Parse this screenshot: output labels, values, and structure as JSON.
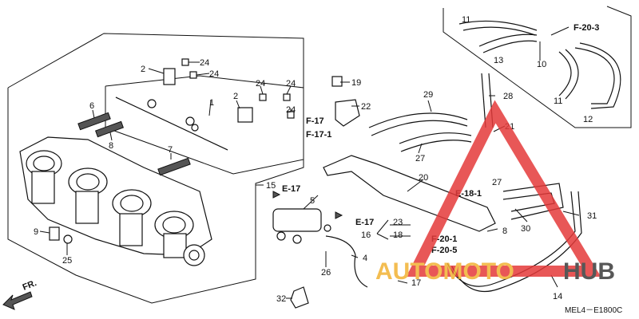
{
  "diagram": {
    "code": "MEL4－E1800C",
    "direction_label": "FR.",
    "watermark": {
      "part1": "AUTOMOTO",
      "part2": "HUB",
      "color_red": "#e43a3a",
      "color_orange": "#f2b233",
      "color_dark": "#3a3a3a"
    },
    "labels": {
      "p1": "1",
      "p2a": "2",
      "p2b": "2",
      "p4": "4",
      "p5": "5",
      "p6": "6",
      "p7": "7",
      "p8a": "8",
      "p8b": "8",
      "p9": "9",
      "p10": "10",
      "p11a": "11",
      "p11b": "11",
      "p12": "12",
      "p13": "13",
      "p14": "14",
      "p15": "15",
      "p16": "16",
      "p17": "17",
      "p18": "18",
      "p19": "19",
      "p20": "20",
      "p21": "21",
      "p22": "22",
      "p23": "23",
      "p24a": "24",
      "p24b": "24",
      "p24c": "24",
      "p24d": "24",
      "p24e": "24",
      "p25": "25",
      "p26": "26",
      "p27a": "27",
      "p27b": "27",
      "p28": "28",
      "p29": "29",
      "p30": "30",
      "p31": "31",
      "p32": "32"
    },
    "refs": {
      "r_f17": "F-17",
      "r_f171": "F-17-1",
      "r_e17a": "E-17",
      "r_e17b": "E-17",
      "r_e181": "E-18-1",
      "r_f201": "F-20-1",
      "r_f205": "F-20-5",
      "r_f203": "F-20-3"
    }
  }
}
